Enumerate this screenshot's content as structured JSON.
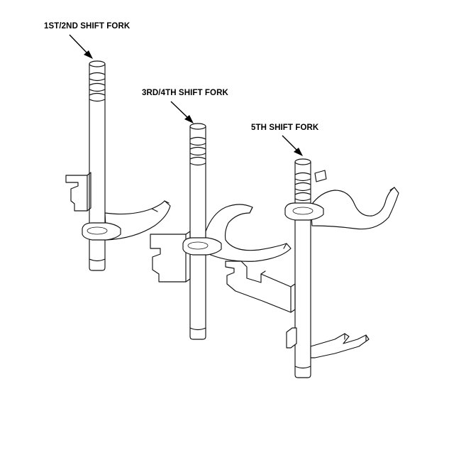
{
  "labels": {
    "fork_1st_2nd": "1ST/2ND SHIFT FORK",
    "fork_3rd_4th": "3RD/4TH SHIFT FORK",
    "fork_5th": "5TH SHIFT FORK"
  },
  "colors": {
    "line": "#111111",
    "background": "#ffffff"
  }
}
